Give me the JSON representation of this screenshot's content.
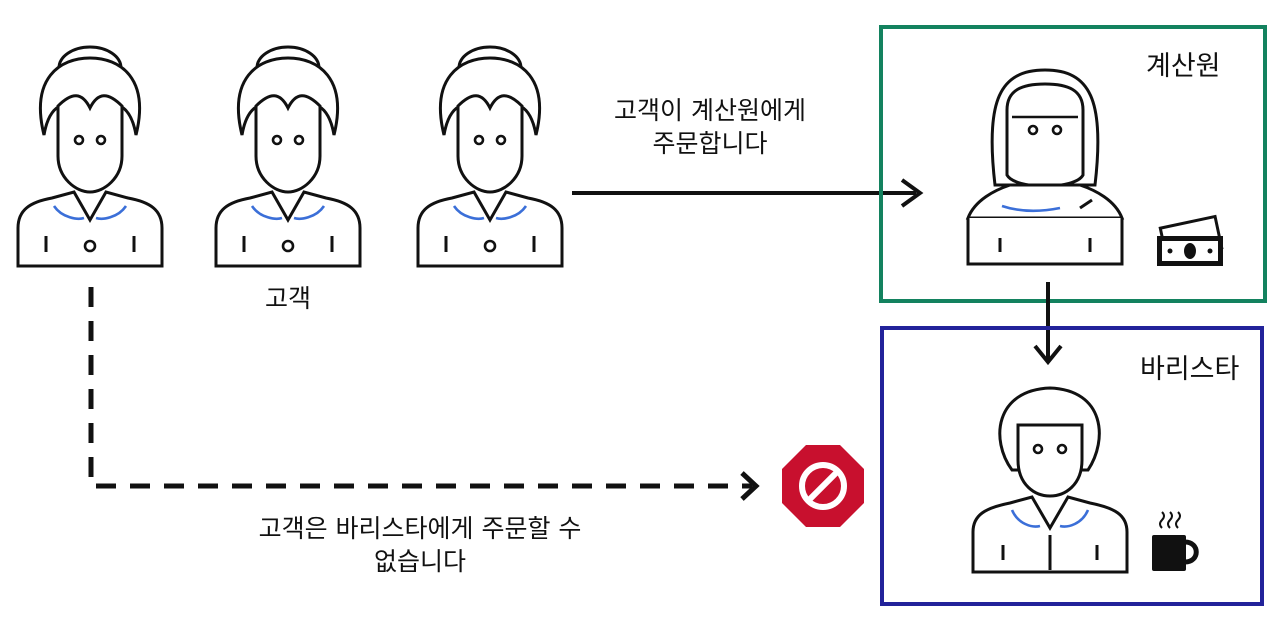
{
  "customers_label": "고객",
  "arrow_label": {
    "line1": "고객이 계산원에게",
    "line2": "주문합니다"
  },
  "blocked_label": {
    "line1": "고객은 바리스타에게 주문할 수",
    "line2": "없습니다"
  },
  "cashier_box": {
    "title": "계산원",
    "border_color": "#13825f",
    "icon": "cash-icon"
  },
  "barista_box": {
    "title": "바리스타",
    "border_color": "#22229a",
    "icon": "coffee-cup-icon"
  },
  "colors": {
    "outline": "#111111",
    "collar_accent": "#3b6fd8",
    "stop_sign": "#c8102e"
  },
  "icons": [
    "customer-icon",
    "cashier-icon",
    "barista-icon",
    "stop-sign-icon",
    "cash-icon",
    "coffee-cup-icon"
  ]
}
